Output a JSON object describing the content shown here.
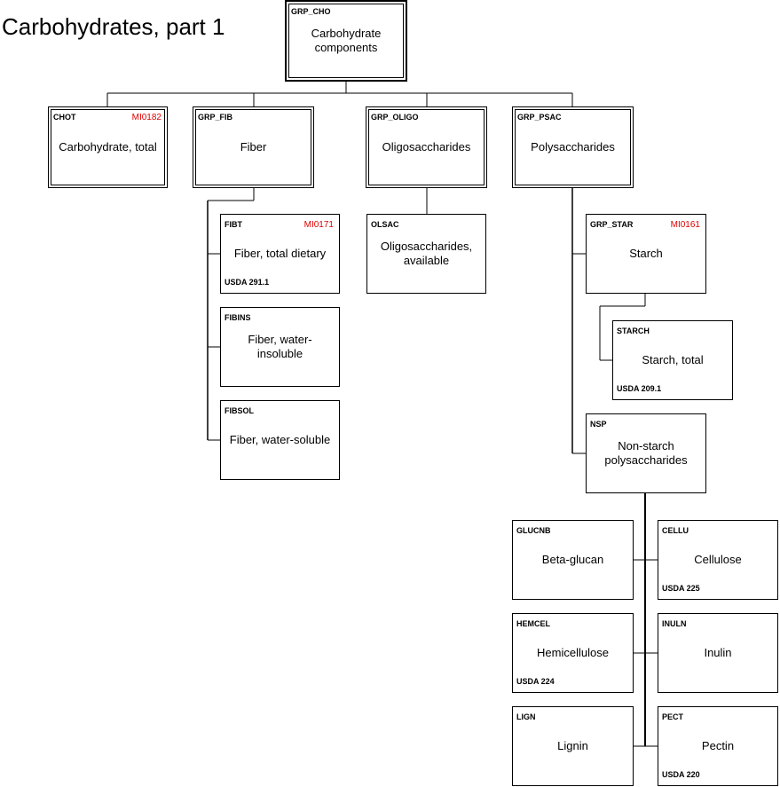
{
  "title": "Carbohydrates, part 1",
  "nodes": {
    "grp_cho": {
      "code": "GRP_CHO",
      "label": "Carbohydrate components",
      "mi": "",
      "usda": ""
    },
    "chot": {
      "code": "CHOT",
      "label": "Carbohydrate, total",
      "mi": "MI0182",
      "usda": ""
    },
    "grp_fib": {
      "code": "GRP_FIB",
      "label": "Fiber",
      "mi": "",
      "usda": ""
    },
    "grp_oligo": {
      "code": "GRP_OLIGO",
      "label": "Oligosaccharides",
      "mi": "",
      "usda": ""
    },
    "grp_psac": {
      "code": "GRP_PSAC",
      "label": "Polysaccharides",
      "mi": "",
      "usda": ""
    },
    "fibt": {
      "code": "FIBT",
      "label": "Fiber, total dietary",
      "mi": "MI0171",
      "usda": "USDA 291.1"
    },
    "fibins": {
      "code": "FIBINS",
      "label": "Fiber, water-insoluble",
      "mi": "",
      "usda": ""
    },
    "fibsol": {
      "code": "FIBSOL",
      "label": "Fiber, water-soluble",
      "mi": "",
      "usda": ""
    },
    "olsac": {
      "code": "OLSAC",
      "label": "Oligosaccharides, available",
      "mi": "",
      "usda": ""
    },
    "grp_star": {
      "code": "GRP_STAR",
      "label": "Starch",
      "mi": "MI0161",
      "usda": ""
    },
    "starch": {
      "code": "STARCH",
      "label": "Starch, total",
      "mi": "",
      "usda": "USDA 209.1"
    },
    "nsp": {
      "code": "NSP",
      "label": "Non-starch polysaccharides",
      "mi": "",
      "usda": ""
    },
    "glucnb": {
      "code": "GLUCNB",
      "label": "Beta-glucan",
      "mi": "",
      "usda": ""
    },
    "cellu": {
      "code": "CELLU",
      "label": "Cellulose",
      "mi": "",
      "usda": "USDA 225"
    },
    "hemcel": {
      "code": "HEMCEL",
      "label": "Hemicellulose",
      "mi": "",
      "usda": "USDA 224"
    },
    "inuln": {
      "code": "INULN",
      "label": "Inulin",
      "mi": "",
      "usda": ""
    },
    "lign": {
      "code": "LIGN",
      "label": "Lignin",
      "mi": "",
      "usda": ""
    },
    "pect": {
      "code": "PECT",
      "label": "Pectin",
      "mi": "",
      "usda": "USDA 220"
    }
  },
  "colors": {
    "line": "#000000",
    "mi_code": "#e00000"
  }
}
